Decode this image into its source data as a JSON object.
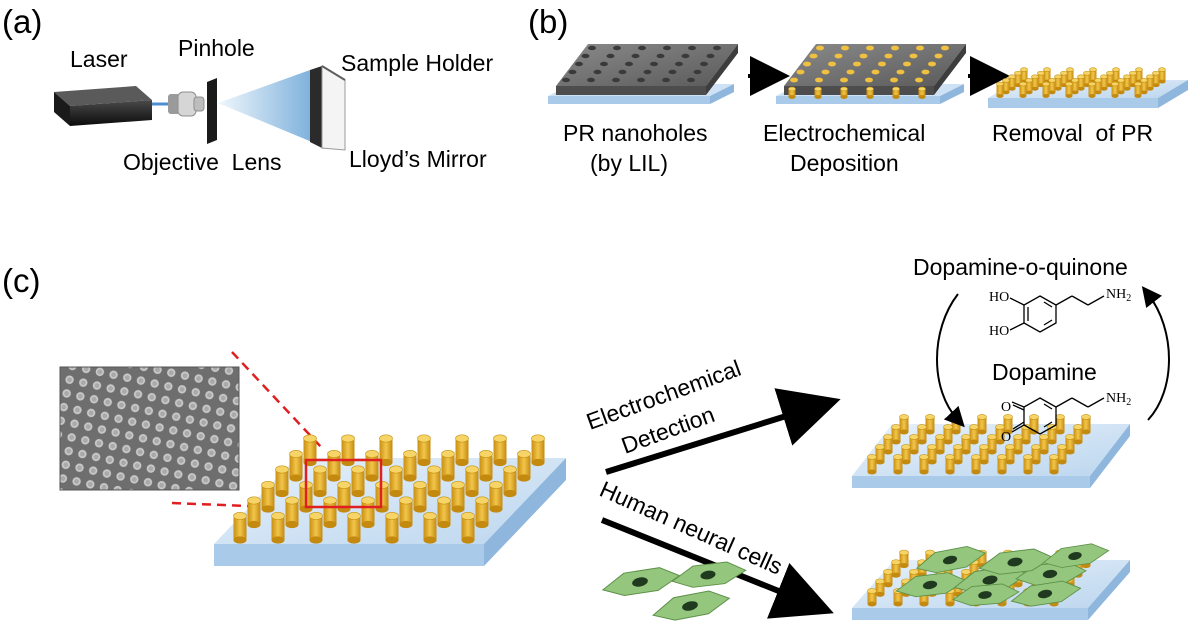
{
  "panels": {
    "a": "(a)",
    "b": "(b)",
    "c": "(c)"
  },
  "panel_a": {
    "laser": "Laser",
    "pinhole": "Pinhole",
    "sample_holder": "Sample Holder",
    "objective_lens": "Objective  Lens",
    "lloyds_mirror": "Lloyd’s Mirror"
  },
  "panel_b": {
    "step1_line1": "PR nanoholes",
    "step1_line2": "(by LIL)",
    "step2_line1": "Electrochemical",
    "step2_line2": "Deposition",
    "step3": "Removal  of PR"
  },
  "panel_c": {
    "dopamine_quinone": "Dopamine-o-quinone",
    "dopamine": "Dopamine",
    "electrochemical": "Electrochemical",
    "detection": "Detection",
    "human_neural_cells": "Human neural cells",
    "ho_top": "HO",
    "ho_bottom": "HO",
    "nh2_top": "NH",
    "nh2_sub": "2",
    "nh2_bottom": "NH",
    "nh2_bottom_sub": "2"
  },
  "colors": {
    "pillar": "#e6b22a",
    "substrate": "#cfe2f5",
    "cell": "#8fc17a",
    "nucleus": "#1f3a1f",
    "red_box": "#e02020"
  }
}
